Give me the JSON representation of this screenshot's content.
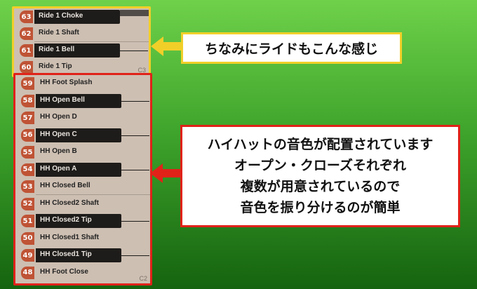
{
  "panels": {
    "top": {
      "octave_label": "C3",
      "keys": [
        {
          "num": "63",
          "label": "Ride 1 Choke",
          "color": "black"
        },
        {
          "num": "62",
          "label": "Ride 1 Shaft",
          "color": "white"
        },
        {
          "num": "61",
          "label": "Ride 1 Bell",
          "color": "black"
        },
        {
          "num": "60",
          "label": "Ride 1 Tip",
          "color": "white"
        }
      ]
    },
    "bottom": {
      "octave_label": "C2",
      "keys": [
        {
          "num": "59",
          "label": "HH Foot Splash",
          "color": "white"
        },
        {
          "num": "58",
          "label": "HH Open Bell",
          "color": "black"
        },
        {
          "num": "57",
          "label": "HH Open D",
          "color": "white"
        },
        {
          "num": "56",
          "label": "HH Open C",
          "color": "black"
        },
        {
          "num": "55",
          "label": "HH Open B",
          "color": "white"
        },
        {
          "num": "54",
          "label": "HH Open A",
          "color": "black"
        },
        {
          "num": "53",
          "label": "HH Closed Bell",
          "color": "white"
        },
        {
          "num": "52",
          "label": "HH Closed2 Shaft",
          "color": "white"
        },
        {
          "num": "51",
          "label": "HH Closed2 Tip",
          "color": "black"
        },
        {
          "num": "50",
          "label": "HH Closed1 Shaft",
          "color": "white"
        },
        {
          "num": "49",
          "label": "HH Closed1 Tip",
          "color": "black"
        },
        {
          "num": "48",
          "label": "HH Foot Close",
          "color": "white"
        }
      ]
    }
  },
  "callouts": {
    "top": "ちなみにライドもこんな感じ",
    "bottom": [
      "ハイハットの音色が配置されています",
      "オープン・クローズそれぞれ",
      "複数が用意されているので",
      "音色を振り分けるのが簡単"
    ]
  },
  "colors": {
    "yellow_border": "#f1cf29",
    "red_border": "#e02219",
    "note_badge": "#bf5335",
    "black_key": "#1e1c1a",
    "white_key": "#cdbfb2"
  },
  "icons": [
    "arrow-left-icon-yellow",
    "arrow-left-icon-red"
  ]
}
